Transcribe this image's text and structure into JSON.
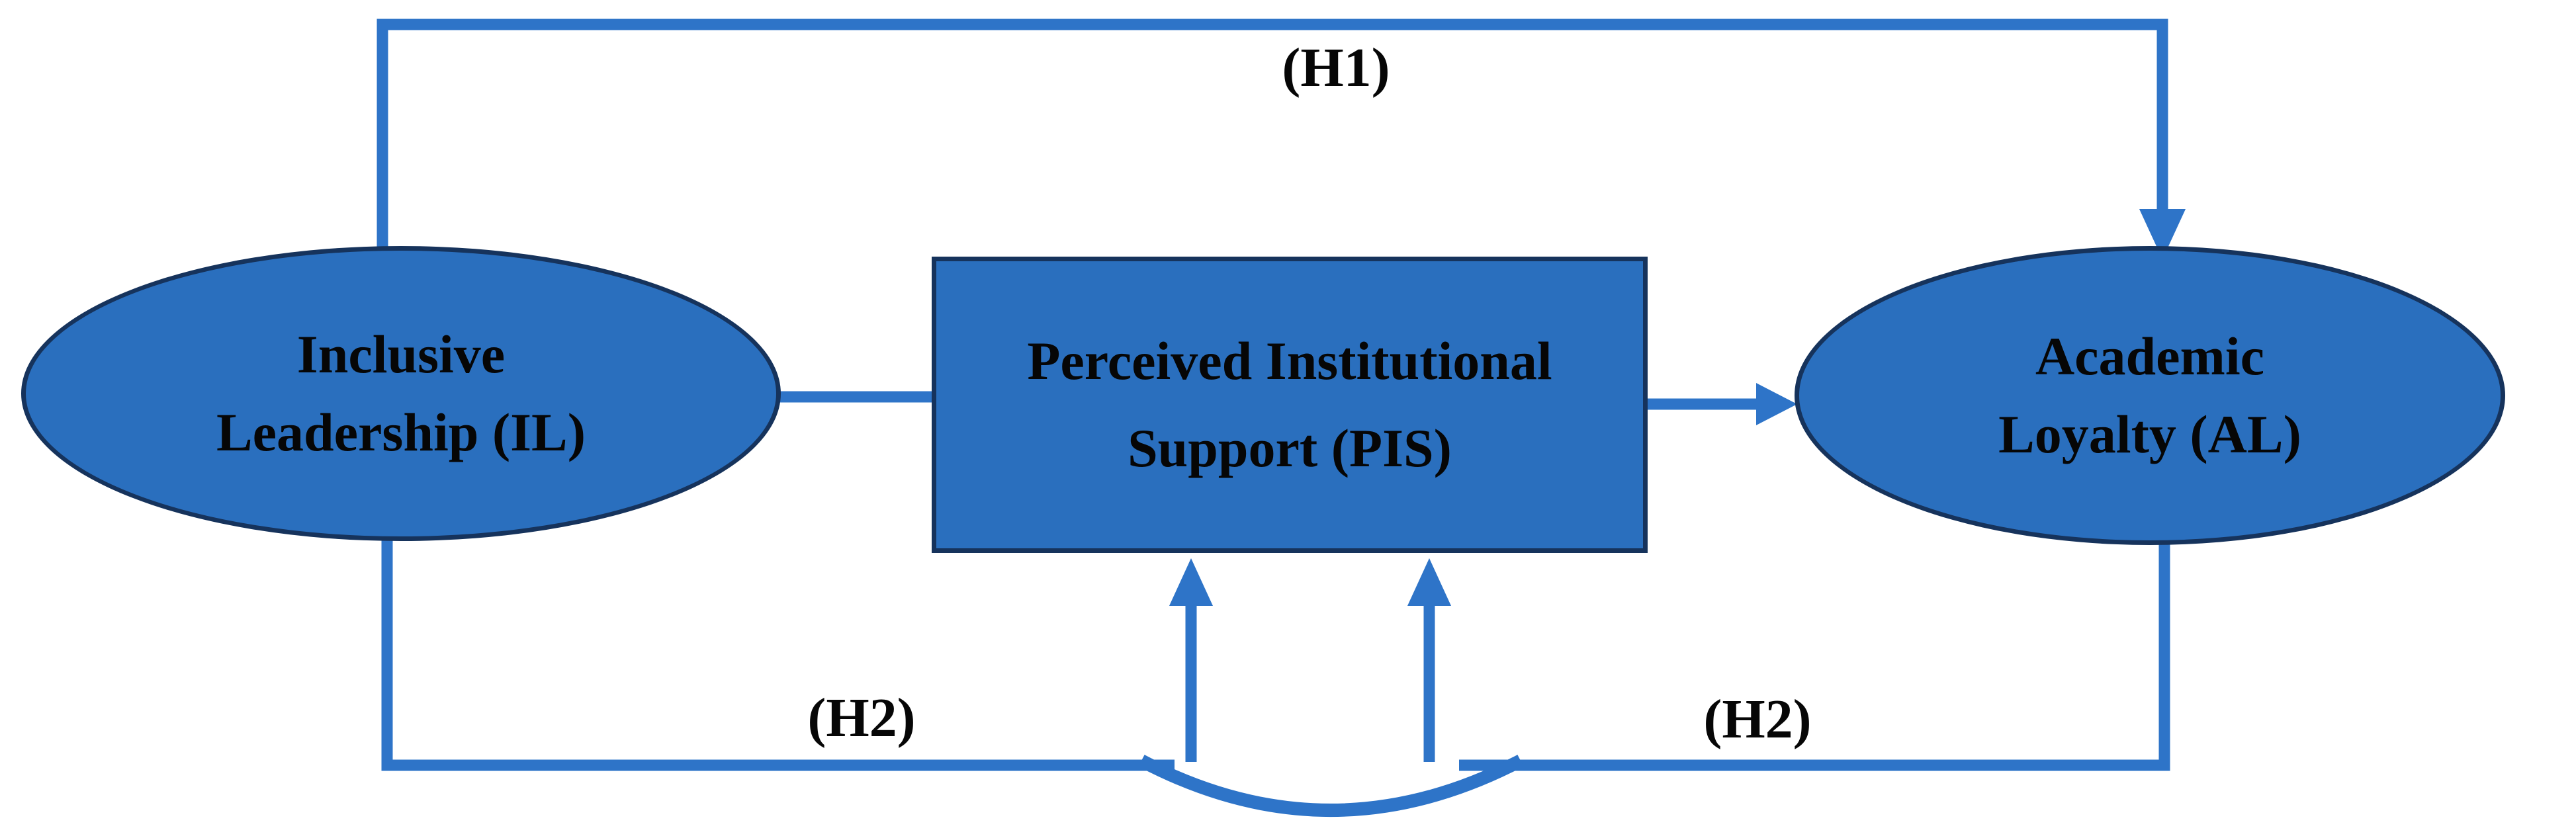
{
  "figure": {
    "type": "path-model-diagram",
    "background": "#FFFFFF"
  },
  "colors": {
    "node_fill": "#2A6FBE",
    "node_border": "#16335C",
    "connector": "#2E74C8",
    "label_text": "#060606"
  },
  "nodes": [
    {
      "id": "IL",
      "shape": "ellipse",
      "label_line1": "Inclusive",
      "label_line2": "Leadership (IL)"
    },
    {
      "id": "PIS",
      "shape": "rectangle",
      "label_line1": "Perceived Institutional",
      "label_line2": "Support (PIS)"
    },
    {
      "id": "AL",
      "shape": "ellipse",
      "label_line1": "Academic",
      "label_line2": "Loyalty (AL)"
    }
  ],
  "edge_labels": {
    "h1": "(H1)",
    "h2_left": "(H2)",
    "h2_right": "(H2)"
  },
  "edges": [
    {
      "from": "IL",
      "to": "AL",
      "label": "(H1)",
      "route": "top",
      "arrowhead": "into-AL-top"
    },
    {
      "from": "IL",
      "to": "PIS",
      "label": "",
      "route": "direct",
      "arrowhead": "none"
    },
    {
      "from": "PIS",
      "to": "AL",
      "label": "",
      "route": "direct",
      "arrowhead": "into-AL-left"
    },
    {
      "from": "IL",
      "to": "PIS",
      "label": "(H2)",
      "route": "bottom",
      "arrowhead": "up-into-PIS-bottom"
    },
    {
      "from": "AL",
      "to": "PIS",
      "label": "(H2)",
      "route": "bottom",
      "arrowhead": "up-into-PIS-bottom"
    }
  ]
}
